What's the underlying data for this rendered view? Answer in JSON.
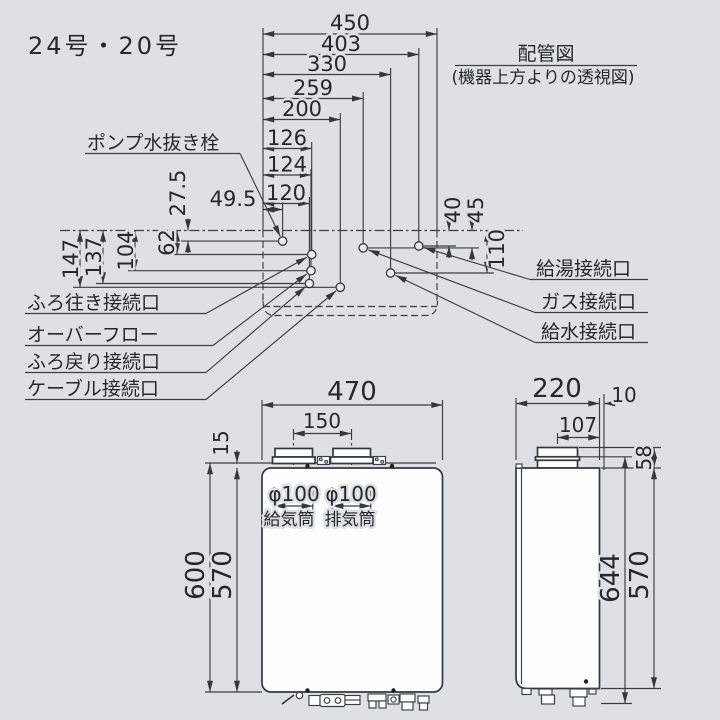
{
  "header": {
    "model": "24号・20号",
    "diagram_title": "配管図",
    "diagram_subtitle": "(機器上方よりの透視図)"
  },
  "top_view": {
    "dims": {
      "d450": "450",
      "d403": "403",
      "d330": "330",
      "d259": "259",
      "d200": "200",
      "d126": "126",
      "d124": "124",
      "d120": "120",
      "d49_5": "49.5",
      "d27_5": "27.5",
      "d147": "147",
      "d137": "137",
      "d104": "104",
      "d62": "62",
      "d40": "40",
      "d45": "45",
      "d110": "110"
    },
    "labels": {
      "pump_drain": "ポンプ水抜き栓",
      "bath_out": "ふろ往き接続口",
      "overflow": "オーバーフロー",
      "bath_return": "ふろ戻り接続口",
      "cable": "ケーブル接続口",
      "hot_water": "給湯接続口",
      "gas": "ガス接続口",
      "cold_water": "給水接続口"
    }
  },
  "front_view": {
    "dims": {
      "width": "470",
      "pipe_pitch": "150",
      "top_gap": "15",
      "intake_dia": "φ100",
      "exhaust_dia": "φ100",
      "total_height": "600",
      "body_height": "570"
    },
    "labels": {
      "intake": "給気筒",
      "exhaust": "排気筒"
    }
  },
  "side_view": {
    "dims": {
      "depth": "220",
      "wall_gap": "10",
      "flue_center_to_back": "107",
      "flue_height": "58",
      "total_height": "644",
      "body_height": "570"
    }
  }
}
